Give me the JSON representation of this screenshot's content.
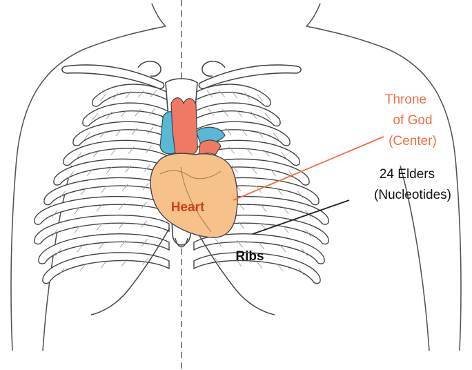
{
  "labels": {
    "heart": "Heart",
    "throne_line1": "Throne",
    "throne_line2": "of God",
    "throne_line3": "(Center)",
    "elders_line1": "24 Elders",
    "elders_line2": "(Nucleotides)",
    "ribs": "Ribs"
  },
  "colors": {
    "heart_fill": "#f6c18a",
    "heart_label": "#d2401e",
    "throne_text": "#f26b3f",
    "aorta": "#ee7a66",
    "vena": "#57b8d8",
    "outline": "#3a3a3a"
  }
}
